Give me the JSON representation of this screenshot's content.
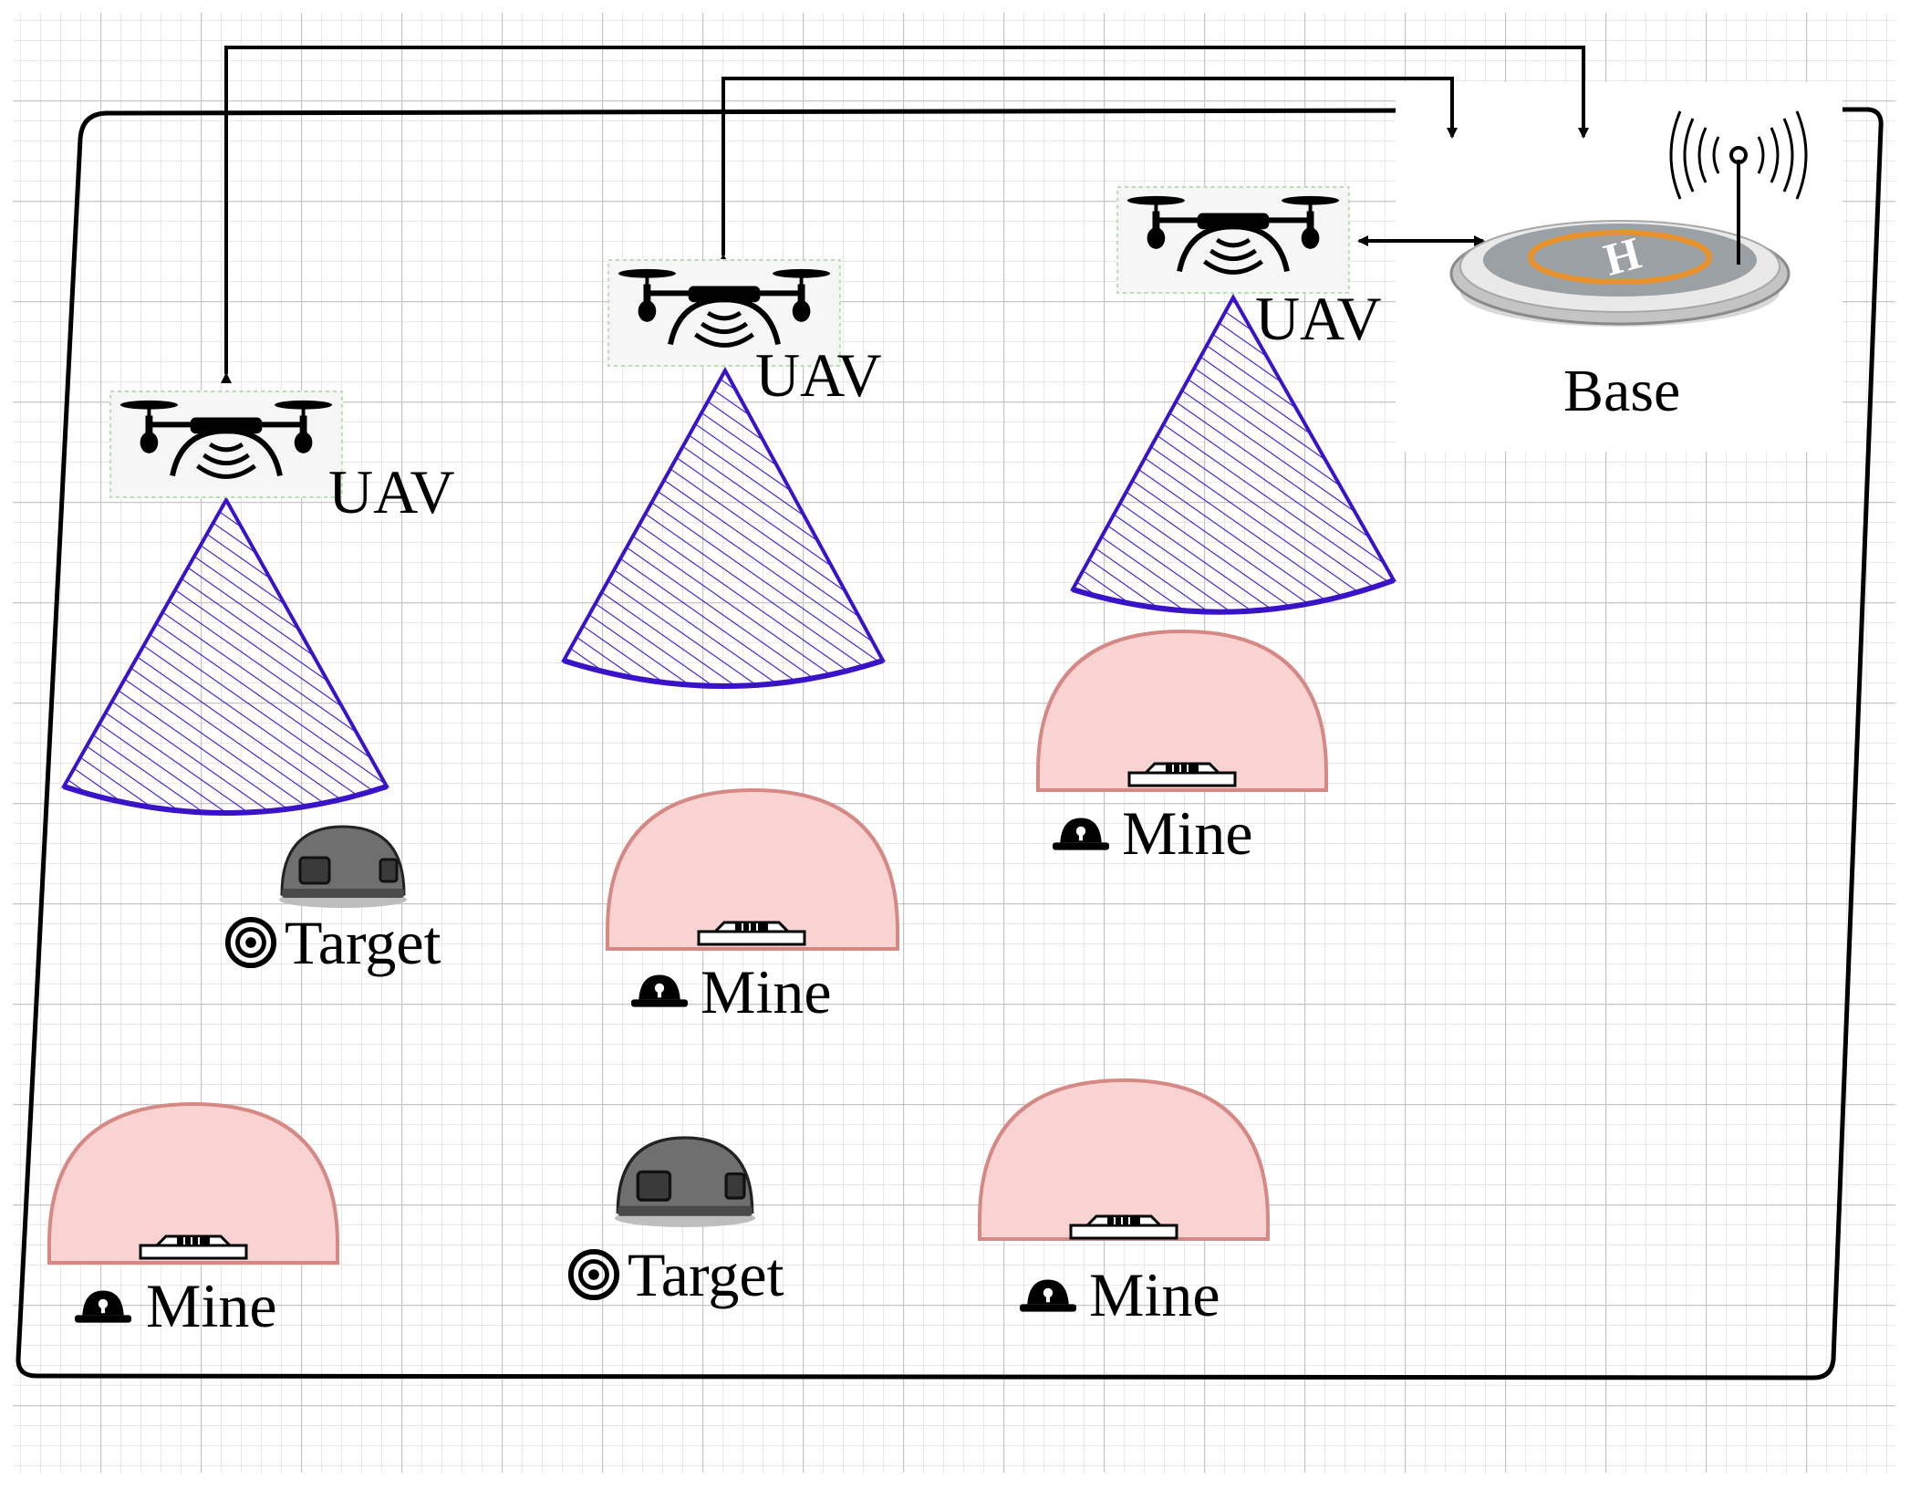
{
  "labels": {
    "uav": "UAV",
    "base": "Base",
    "mine": "Mine",
    "target": "Target"
  },
  "colors": {
    "cone_stroke": "#3a13c9",
    "cone_fill": "#ffffff",
    "danger_fill": "#f9d3d2",
    "danger_stroke": "#d68884",
    "grid": "#cccccc",
    "tank": "#6d6d6d",
    "helipad_orange": "#e8902a"
  },
  "icons": [
    "drone-icon",
    "sensor-cone",
    "mine-icon",
    "mine-warning-icon",
    "target-vehicle-icon",
    "target-icon",
    "helipad-icon",
    "antenna-icon"
  ]
}
